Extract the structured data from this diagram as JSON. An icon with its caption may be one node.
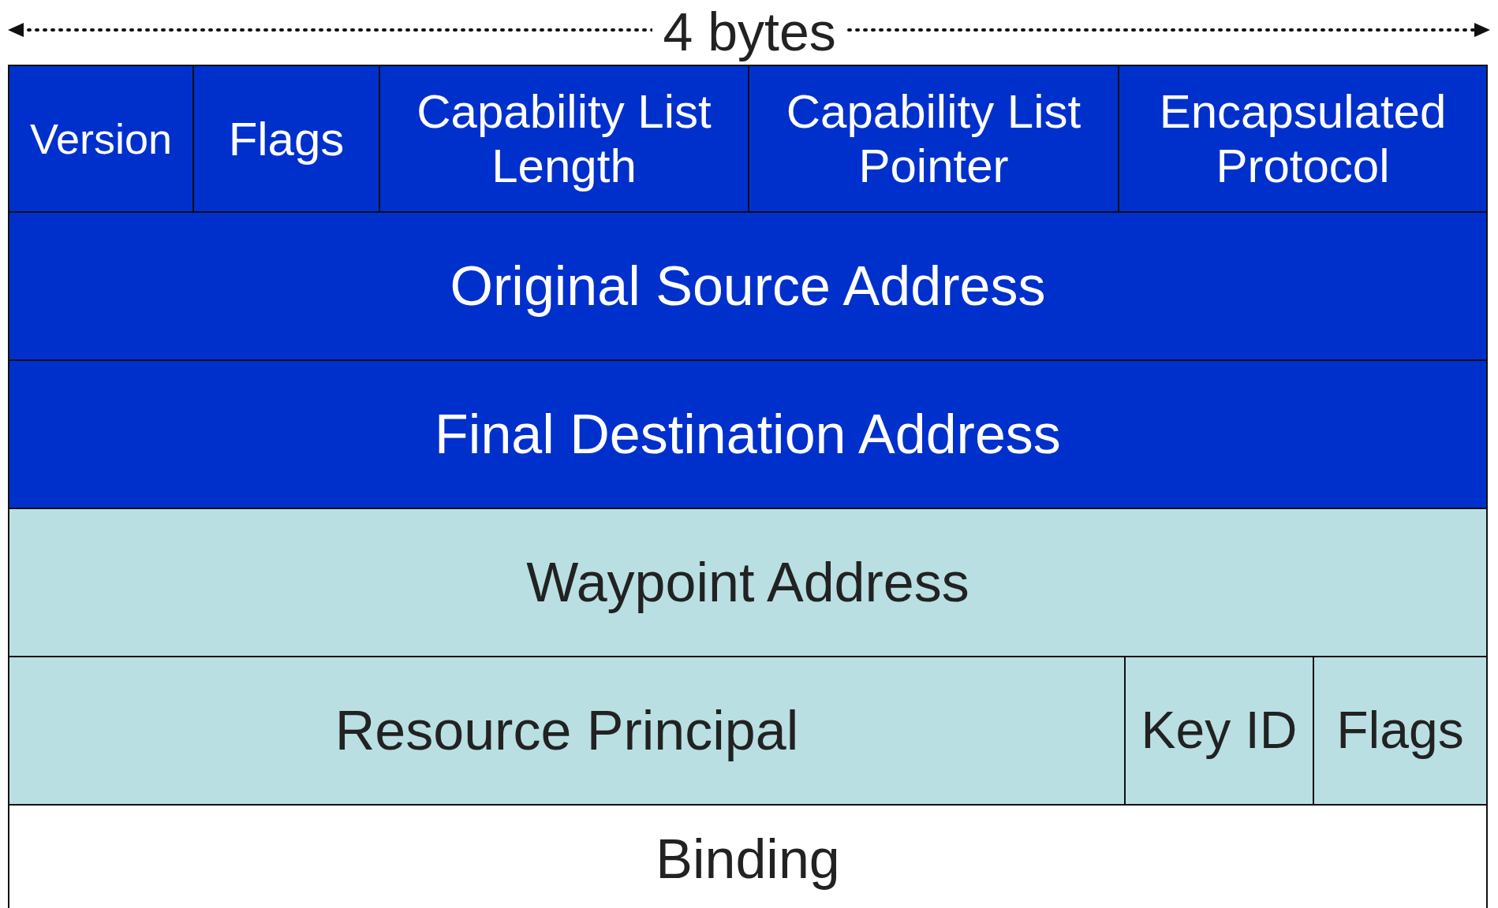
{
  "diagram": {
    "nodes": [
      {
        "text": [
          "Version"
        ]
      },
      {
        "text": [
          "Flags"
        ]
      },
      {
        "text": [
          "Capability List Length"
        ]
      },
      {
        "text": [
          "Capability List Pointer"
        ]
      },
      {
        "text": [
          "Encapsulated Protocol"
        ]
      },
      {
        "text": [
          "Original Source Address"
        ]
      },
      {
        "text": [
          "Final Destination Address"
        ]
      },
      {
        "text": [
          "Waypoint Address"
        ]
      },
      {
        "text": [
          "Resource Principal"
        ]
      },
      {
        "text": [
          "Key ID"
        ]
      },
      {
        "text": [
          "Flags"
        ]
      },
      {
        "text": [
          "Binding"
        ]
      }
    ],
    "labels": [
      "4 bytes"
    ]
  }
}
